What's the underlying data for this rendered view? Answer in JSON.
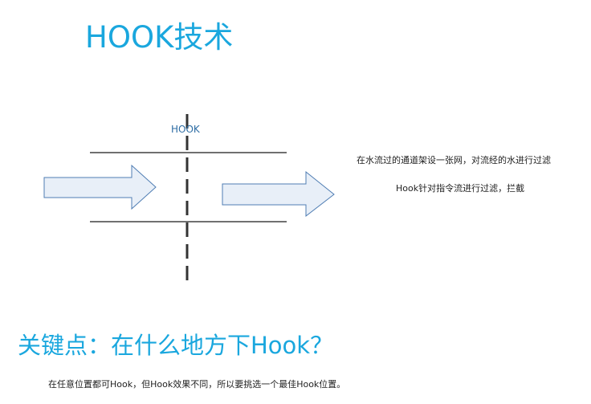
{
  "title": "HOOK技术",
  "diagram": {
    "hook_label": "HOOK",
    "description_line_1": "在水流过的通道架设一张网，对流经的水进行过滤",
    "description_line_2": "Hook针对指令流进行过滤，拦截",
    "arrow_fill": "#e8eff8",
    "arrow_stroke": "#4f7db3",
    "accent_color": "#1aa7de"
  },
  "key_question": "关键点：在什么地方下Hook？",
  "note": "在任意位置都可Hook，但Hook效果不同，所以要挑选一个最佳Hook位置。"
}
